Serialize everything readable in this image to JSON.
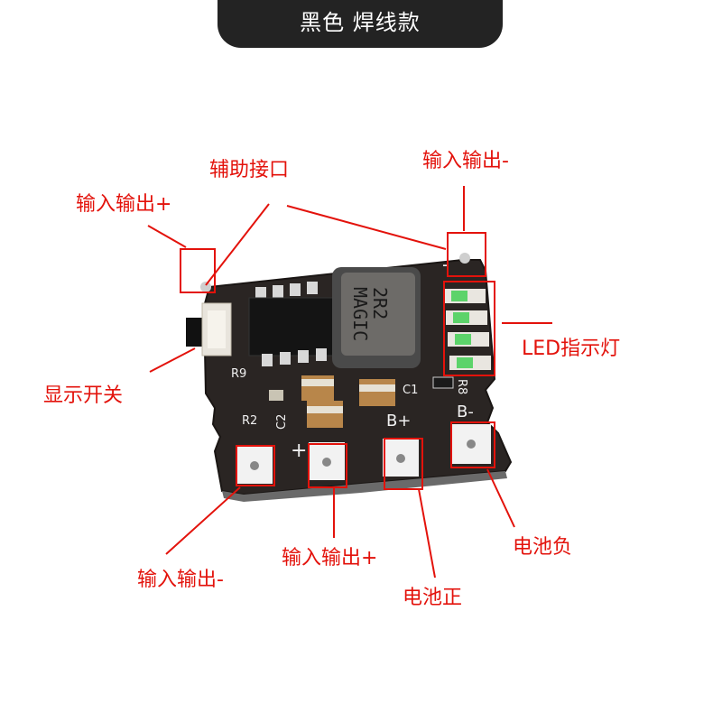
{
  "header": {
    "title": "黑色 焊线款"
  },
  "labels": {
    "aux_port": "辅助接口",
    "io_plus_top": "输入输出+",
    "io_minus_top": "输入输出-",
    "led_indicator": "LED指示灯",
    "display_switch": "显示开关",
    "io_minus_bottom": "输入输出-",
    "io_plus_bottom": "输入输出+",
    "battery_plus": "电池正",
    "battery_minus": "电池负"
  },
  "board": {
    "silk": {
      "r9": "R9",
      "r2": "R2",
      "c2": "C2",
      "c1": "C1",
      "r8": "R8",
      "b_plus": "B+",
      "b_minus": "B-",
      "plus": "+",
      "minus": "-"
    },
    "inductor_text": [
      "MAGIC",
      "2R2"
    ]
  },
  "colors": {
    "label_red": "#e3120b",
    "pcb": "#2a2523",
    "header_bg": "#232323"
  }
}
